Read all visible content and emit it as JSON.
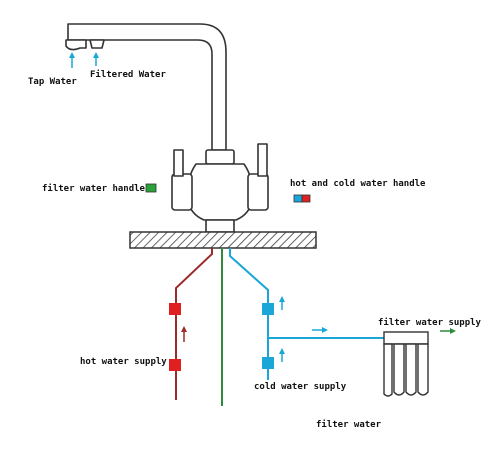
{
  "labels": {
    "tap_water": "Tap Water",
    "filtered_water": "Filtered Water",
    "filter_water_handle": "filter water handle",
    "hot_cold_handle": "hot and cold water handle",
    "hot_water_supply": "hot water supply",
    "cold_water_supply": "cold water supply",
    "filter_water_supply": "filter water supply",
    "filter_water": "filter water"
  },
  "colors": {
    "hot": "#e02020",
    "hot_pipe": "#9b2a2a",
    "cold": "#1aa7d8",
    "filter": "#2e8b3e",
    "filter_handle_swatch": "#2aa33a",
    "outline": "#333333"
  }
}
